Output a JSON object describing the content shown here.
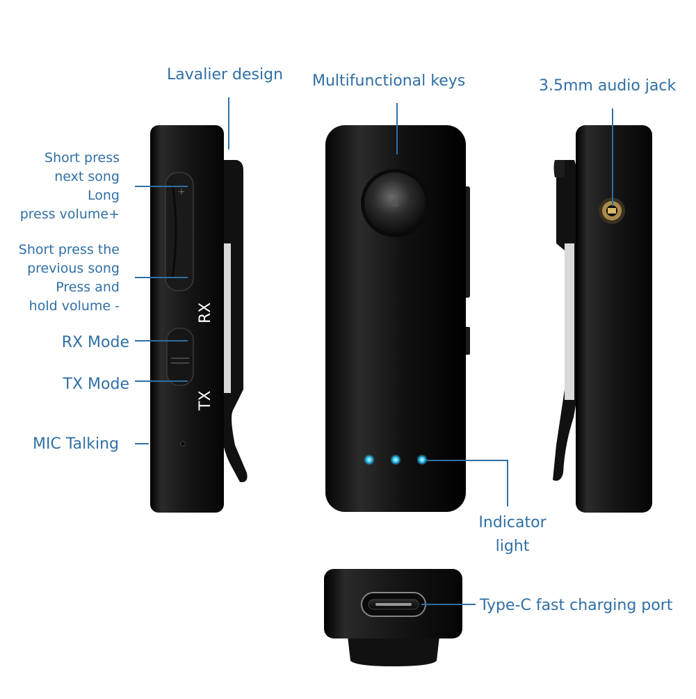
{
  "labels": {
    "lavalier": "Lavalier design",
    "multifunctional_keys": "Multifunctional keys",
    "audio_jack": "3.5mm audio jack",
    "next_song": [
      "Short press",
      "next song",
      "Long",
      "press volume+"
    ],
    "previous_song": [
      "Short press the",
      "previous song",
      "Press and",
      "hold volume -"
    ],
    "rx_mode": "RX Mode",
    "tx_mode": "TX Mode",
    "mic_talking": "MIC Talking",
    "indicator_light": [
      "Indicator",
      "light"
    ],
    "type_c": "Type-C fast charging port"
  },
  "device_marks": {
    "rx": "RX",
    "tx": "TX",
    "plus": "+"
  },
  "colors": {
    "label": "#2f6fa5",
    "device": "#141414",
    "indicator": "#2ec8ff"
  }
}
